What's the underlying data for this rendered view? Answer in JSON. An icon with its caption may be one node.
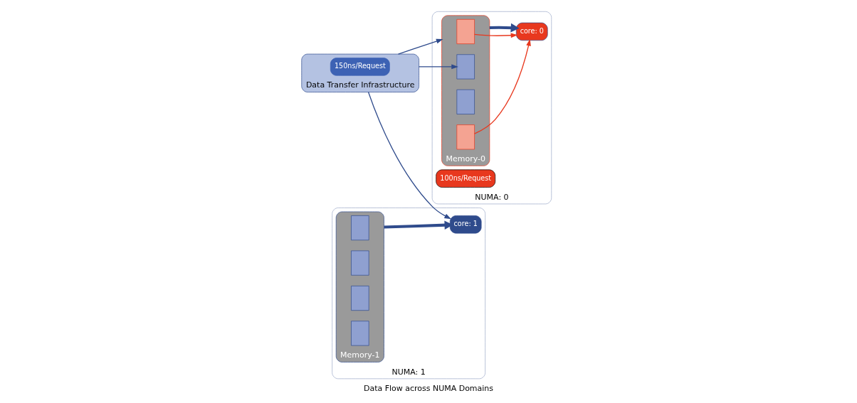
{
  "diagram": {
    "caption": "Data Flow across NUMA Domains",
    "nodes": [
      {
        "text": [
          "NUMA: 0"
        ]
      },
      {
        "text": [
          "100ns/Request"
        ],
        "in": 0
      },
      {
        "text": [
          "Memory-0"
        ],
        "in": 0
      },
      {
        "text": [],
        "shape": "box",
        "in": 2
      },
      {
        "text": [],
        "shape": "box",
        "in": 2
      },
      {
        "text": [],
        "shape": "box",
        "in": 2
      },
      {
        "text": [],
        "shape": "box",
        "in": 2
      },
      {
        "text": [
          "core: 0"
        ],
        "in": 0
      },
      {
        "text": [
          "NUMA: 1"
        ]
      },
      {
        "text": [
          "core: 1"
        ],
        "in": 8
      },
      {
        "text": [
          "Memory-1"
        ],
        "in": 8
      },
      {
        "text": [],
        "shape": "box",
        "in": 10
      },
      {
        "text": [],
        "shape": "box",
        "in": 10
      },
      {
        "text": [],
        "shape": "box",
        "in": 10
      },
      {
        "text": [],
        "shape": "box",
        "in": 10
      },
      {
        "text": [
          "Data Transfer Infrastructure"
        ]
      },
      {
        "text": [
          "150ns/Request"
        ],
        "in": 15
      }
    ],
    "edges": [
      {
        "from": 3,
        "to": 7,
        "arrow": "to",
        "color": "#e8381e"
      },
      {
        "from": 6,
        "to": 7,
        "arrow": "to",
        "color": "#e8381e"
      },
      {
        "from": 2,
        "to": 7,
        "arrow": "to",
        "style": "thick"
      },
      {
        "from": 10,
        "to": 9,
        "arrow": "to",
        "style": "thick"
      },
      {
        "from": 15,
        "to": 4,
        "arrow": "to"
      },
      {
        "from": 15,
        "to": 2,
        "arrow": "to"
      },
      {
        "from": 15,
        "to": 9,
        "arrow": "to"
      }
    ]
  }
}
